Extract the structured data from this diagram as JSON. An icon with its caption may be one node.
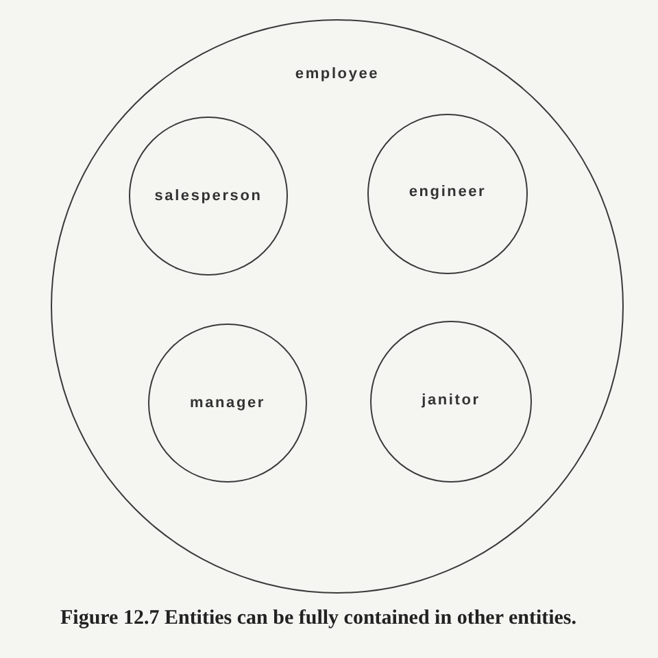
{
  "diagram": {
    "caption": "Figure 12.7 Entities can be fully contained in other entities.",
    "nodes": [
      {
        "text": [
          "employee"
        ]
      },
      {
        "text": [
          "salesperson"
        ],
        "in": 0
      },
      {
        "text": [
          "engineer"
        ],
        "in": 0
      },
      {
        "text": [
          "manager"
        ],
        "in": 0
      },
      {
        "text": [
          "janitor"
        ],
        "in": 0
      }
    ]
  }
}
